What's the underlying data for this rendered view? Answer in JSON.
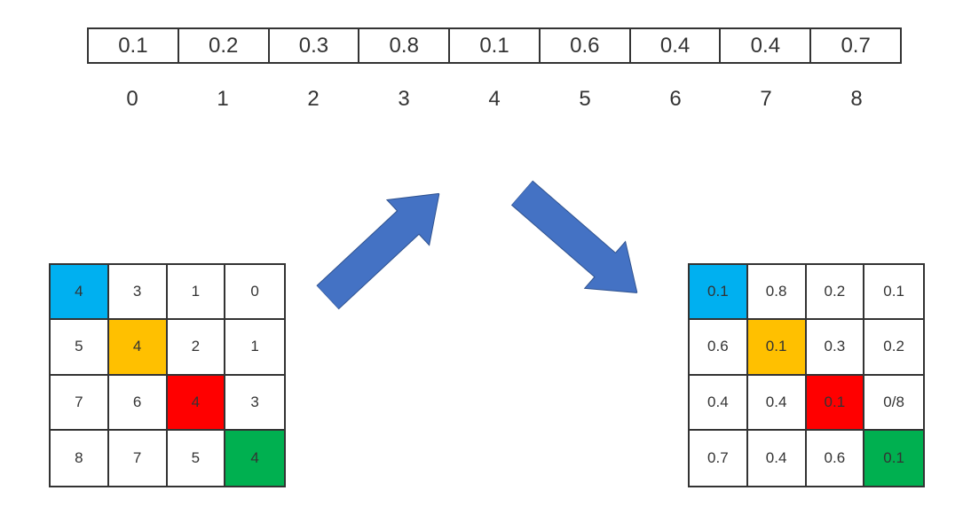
{
  "array": {
    "values": [
      "0.1",
      "0.2",
      "0.3",
      "0.8",
      "0.1",
      "0.6",
      "0.4",
      "0.4",
      "0.7"
    ],
    "indices": [
      "0",
      "1",
      "2",
      "3",
      "4",
      "5",
      "6",
      "7",
      "8"
    ]
  },
  "left_matrix": {
    "rows": [
      [
        "4",
        "3",
        "1",
        "0"
      ],
      [
        "5",
        "4",
        "2",
        "1"
      ],
      [
        "7",
        "6",
        "4",
        "3"
      ],
      [
        "8",
        "7",
        "5",
        "4"
      ]
    ]
  },
  "right_matrix": {
    "rows": [
      [
        "0.1",
        "0.8",
        "0.2",
        "0.1"
      ],
      [
        "0.6",
        "0.1",
        "0.3",
        "0.2"
      ],
      [
        "0.4",
        "0.4",
        "0.1",
        "0/8"
      ],
      [
        "0.7",
        "0.4",
        "0.6",
        "0.1"
      ]
    ]
  },
  "colors": {
    "cyan": "#00B0F0",
    "orange": "#FFC000",
    "red": "#FF0000",
    "green": "#00B050",
    "arrow_blue": "#4472C4",
    "arrow_outline": "#2F528F"
  },
  "highlighted_diagonal": [
    "cyan",
    "orange",
    "red",
    "green"
  ]
}
